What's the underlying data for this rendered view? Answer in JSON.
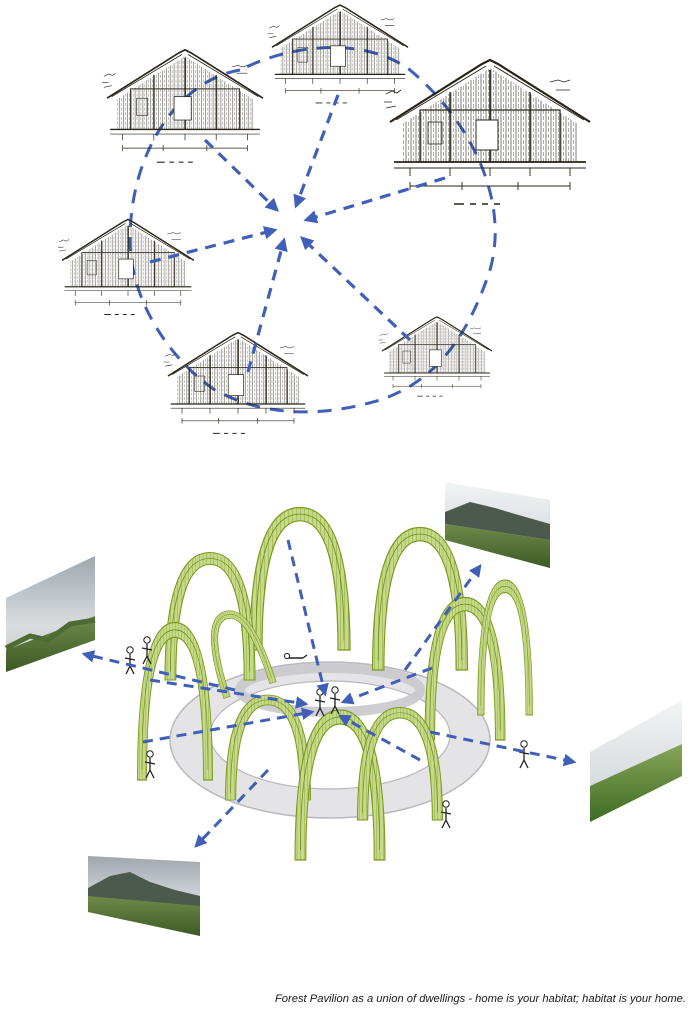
{
  "caption": "Forest Pavilion as a union of dwellings - home is your habitat; habitat is your home.",
  "colors": {
    "arrow": "#3f5fb8",
    "pavilion_fill": "#c6d98a",
    "pavilion_stroke": "#7a9a1f",
    "sketch_ink": "#2a2418",
    "ring": "#c9c9cd"
  },
  "elements": {
    "house_sketches": [
      "house-sketch-top",
      "house-sketch-upper-left",
      "house-sketch-upper-right",
      "house-sketch-middle-left",
      "house-sketch-bottom-left",
      "house-sketch-bottom-right"
    ],
    "landscape_photos": [
      "landscape-photo-left",
      "landscape-photo-top-right",
      "landscape-photo-right",
      "landscape-photo-bottom"
    ]
  }
}
